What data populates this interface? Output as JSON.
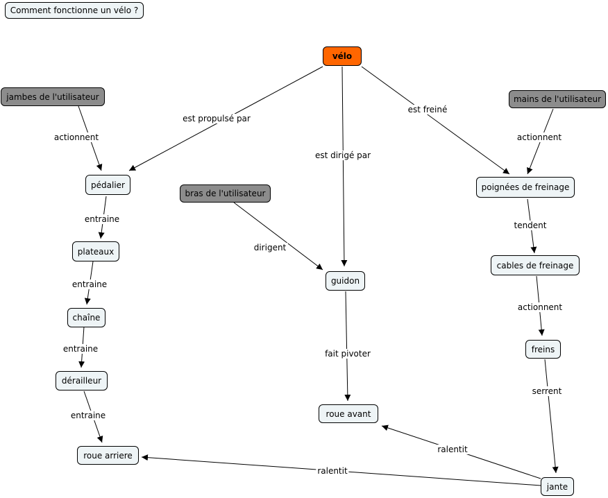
{
  "title": "Comment fonctionne un vélo ?",
  "nodes": {
    "velo": "vélo",
    "jambes": "jambes de l'utilisateur",
    "mains": "mains de l'utilisateur",
    "bras": "bras de l'utilisateur",
    "pedalier": "pédalier",
    "plateaux": "plateaux",
    "chaine": "chaîne",
    "derailleur": "dérailleur",
    "roue_arriere": "roue arriere",
    "guidon": "guidon",
    "roue_avant": "roue avant",
    "poignees": "poignées de freinage",
    "cables": "cables de freinage",
    "freins": "freins",
    "jante": "jante"
  },
  "edges": [
    {
      "from": "velo",
      "to": "pedalier",
      "label": "est propulsé par"
    },
    {
      "from": "velo",
      "to": "guidon",
      "label": "est dirigé par"
    },
    {
      "from": "velo",
      "to": "poignees",
      "label": "est freiné"
    },
    {
      "from": "jambes",
      "to": "pedalier",
      "label": "actionnent"
    },
    {
      "from": "mains",
      "to": "poignees",
      "label": "actionnent"
    },
    {
      "from": "bras",
      "to": "guidon",
      "label": "dirigent"
    },
    {
      "from": "pedalier",
      "to": "plateaux",
      "label": "entraine"
    },
    {
      "from": "plateaux",
      "to": "chaine",
      "label": "entraine"
    },
    {
      "from": "chaine",
      "to": "derailleur",
      "label": "entraine"
    },
    {
      "from": "derailleur",
      "to": "roue_arriere",
      "label": "entraine"
    },
    {
      "from": "guidon",
      "to": "roue_avant",
      "label": "fait pivoter"
    },
    {
      "from": "poignees",
      "to": "cables",
      "label": "tendent"
    },
    {
      "from": "cables",
      "to": "freins",
      "label": "actionnent"
    },
    {
      "from": "freins",
      "to": "jante",
      "label": "serrent"
    },
    {
      "from": "jante",
      "to": "roue_avant",
      "label": "ralentit"
    },
    {
      "from": "jante",
      "to": "roue_arriere",
      "label": "ralentit"
    }
  ],
  "colors": {
    "root": "#ff6600",
    "concept": "#eef4f6",
    "user": "#8c8c8c",
    "line": "#000000"
  }
}
